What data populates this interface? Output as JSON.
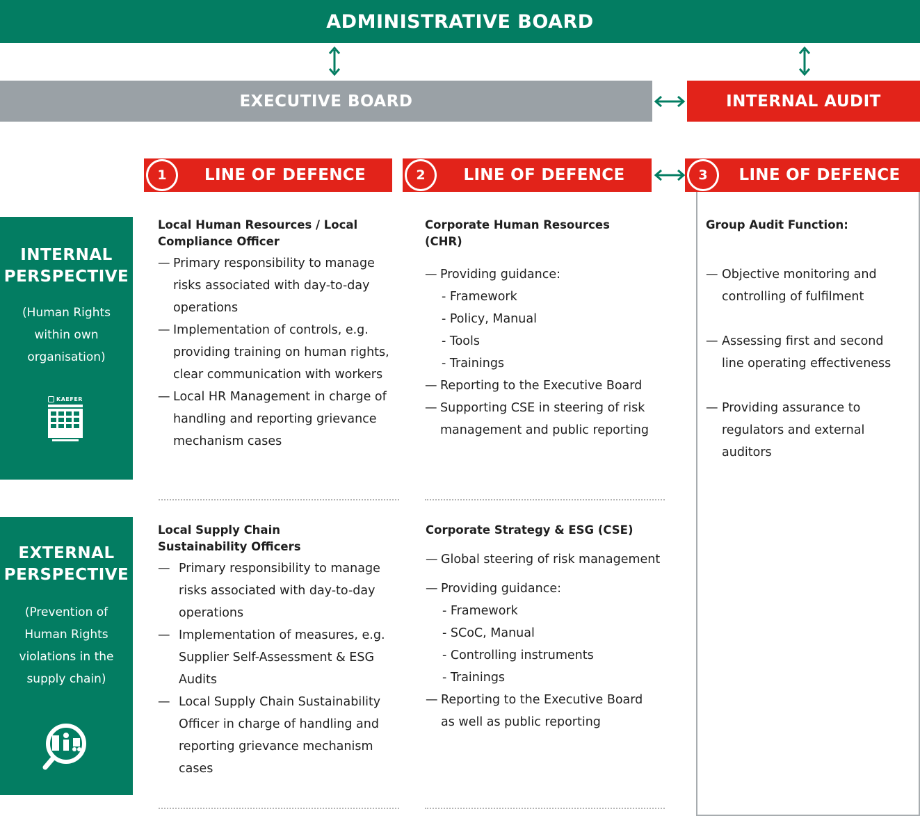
{
  "top": {
    "administrative_board": "ADMINISTRATIVE BOARD",
    "executive_board": "EXECUTIVE BOARD",
    "internal_audit": "INTERNAL AUDIT"
  },
  "lines": [
    {
      "number": "1",
      "label": "LINE OF DEFENCE"
    },
    {
      "number": "2",
      "label": "LINE OF DEFENCE"
    },
    {
      "number": "3",
      "label": "LINE OF DEFENCE"
    }
  ],
  "internal_perspective": {
    "title_line1": "INTERNAL",
    "title_line2": "PERSPECTIVE",
    "sub_line1": "(Human Rights",
    "sub_line2": "within own",
    "sub_line3": "organisation)",
    "logo_text": "KAEFER",
    "icon": "building-icon"
  },
  "external_perspective": {
    "title_line1": "EXTERNAL",
    "title_line2": "PERSPECTIVE",
    "sub_line1": "(Prevention of",
    "sub_line2": "Human Rights",
    "sub_line3": "violations in the",
    "sub_line4": "supply chain)",
    "icon": "supply-chain-magnifier-icon"
  },
  "line1_internal": {
    "title_line1": "Local Human Resources / Local",
    "title_line2": "Compliance Officer",
    "items": [
      {
        "lines": [
          "Primary responsibility to manage",
          "risks associated with day-to-day",
          "operations"
        ]
      },
      {
        "lines": [
          "Implementation of controls, e.g.",
          "providing training on human rights,",
          "clear communication with workers"
        ]
      },
      {
        "lines": [
          "Local HR Management in charge of",
          "handling and reporting grievance",
          "mechanism cases"
        ]
      }
    ]
  },
  "line2_internal": {
    "title_line1": "Corporate Human Resources",
    "title_line2": "(CHR)",
    "item1": "Providing guidance:",
    "subs": [
      "- Framework",
      "- Policy, Manual",
      "- Tools",
      "- Trainings"
    ],
    "item2": "Reporting to the Executive Board",
    "item3_line1": "Supporting CSE in steering of risk",
    "item3_line2": "management and public reporting"
  },
  "line3": {
    "title": "Group Audit Function:",
    "items": [
      {
        "lines": [
          "Objective monitoring and",
          "controlling of fulfilment"
        ]
      },
      {
        "lines": [
          "Assessing first and second",
          "line operating effectiveness"
        ]
      },
      {
        "lines": [
          "Providing assurance to",
          "regulators and external",
          "auditors"
        ]
      }
    ]
  },
  "line1_external": {
    "title_line1": "Local Supply Chain",
    "title_line2": "Sustainability Officers",
    "items": [
      {
        "lines": [
          "Primary responsibility to manage",
          "risks associated with day-to-day",
          "operations"
        ]
      },
      {
        "lines": [
          "Implementation of measures, e.g.",
          "Supplier Self-Assessment & ESG",
          "Audits"
        ]
      },
      {
        "lines": [
          "Local Supply Chain Sustainability",
          "Officer in charge of handling and",
          "reporting grievance mechanism",
          "cases"
        ]
      }
    ]
  },
  "line2_external": {
    "title": "Corporate Strategy & ESG (CSE)",
    "item1": "Global steering of risk management",
    "item2": "Providing guidance:",
    "subs": [
      "- Framework",
      "- SCoC, Manual",
      "- Controlling instruments",
      "- Trainings"
    ],
    "item3_line1": "Reporting to the Executive Board",
    "item3_line2": "as well as public reporting"
  },
  "dash": "—",
  "colors": {
    "green": "#037d62",
    "grey": "#9aa1a6",
    "red": "#e2231a"
  }
}
